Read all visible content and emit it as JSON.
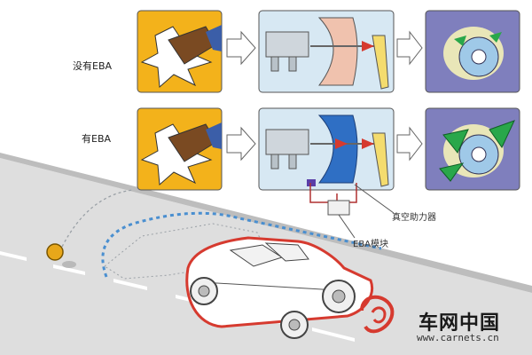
{
  "rows": [
    {
      "label": "没有EBA"
    },
    {
      "label": "有EBA"
    }
  ],
  "annotations": {
    "booster": "真空助力器",
    "module": "EBA模块"
  },
  "watermark": {
    "brand": "车网中国",
    "url": "www.carnets.cn"
  },
  "colors": {
    "panel_yellow": "#f3b21b",
    "panel_blue": "#d7e8f3",
    "panel_purple": "#7f7fbd",
    "arrow_gray": "#d6dde3",
    "car_outline": "#d63a2f",
    "path_blue": "#4a8fd0",
    "road": "#dcdcdc",
    "pad_green": "#29a74a"
  }
}
